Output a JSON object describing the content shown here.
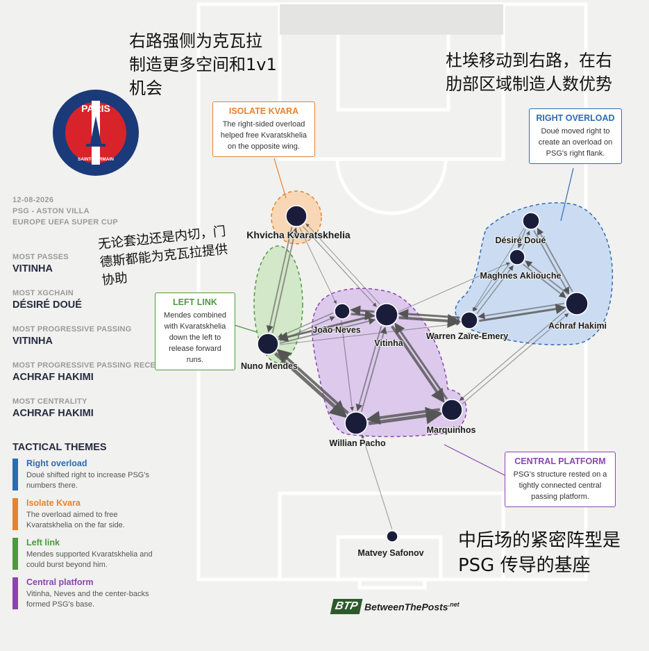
{
  "match": {
    "date": "12-08-2026",
    "fixture": "PSG - ASTON VILLA",
    "competition": "EUROPE UEFA SUPER CUP"
  },
  "club_logo": {
    "text_top": "PARIS",
    "text_bottom": "SAINT-GERMAIN",
    "primary_color": "#1b3a7a",
    "accent_color": "#d8232a"
  },
  "stats": [
    {
      "label": "MOST PASSES",
      "value": "VITINHA"
    },
    {
      "label": "MOST XGCHAIN",
      "value": "DÉSIRÉ DOUÉ"
    },
    {
      "label": "MOST PROGRESSIVE PASSING",
      "value": "VITINHA"
    },
    {
      "label": "MOST PROGRESSIVE PASSING RECEIVED",
      "value": "ACHRAF HAKIMI"
    },
    {
      "label": "MOST CENTRALITY",
      "value": "ACHRAF HAKIMI"
    }
  ],
  "themes": {
    "title": "TACTICAL THEMES",
    "items": [
      {
        "title": "Right overload",
        "desc": "Doué shifted right to increase PSG's numbers there.",
        "color": "#2d6ab6"
      },
      {
        "title": "Isolate Kvara",
        "desc": "The overload aimed to free Kvaratskhelia on the far side.",
        "color": "#e6822d"
      },
      {
        "title": "Left link",
        "desc": "Mendes supported Kvaratskhelia and could burst beyond him.",
        "color": "#4d9a3e"
      },
      {
        "title": "Central platform",
        "desc": "Vitinha, Neves and the center-backs formed PSG's base.",
        "color": "#8a44b0"
      }
    ]
  },
  "callouts": {
    "isolate": {
      "title": "ISOLATE KVARA",
      "desc": "The right-sided overload helped free Kvaratskhelia on the opposite wing.",
      "color": "#e6822d"
    },
    "right": {
      "title": "RIGHT OVERLOAD",
      "desc": "Doué moved right to create an overload on PSG's right flank.",
      "color": "#2d6ab6"
    },
    "left": {
      "title": "LEFT LINK",
      "desc": "Mendes combined with Kvaratskhelia down the left to release forward runs.",
      "color": "#4d9a3e"
    },
    "central": {
      "title": "CENTRAL PLATFORM",
      "desc": "PSG's structure rested on a tightly connected central passing platform.",
      "color": "#8a44b0"
    }
  },
  "annotations": {
    "top_left": "右路强侧为克瓦拉制造更多空间和1v1机会",
    "top_right": "杜埃移动到右路，在右肋部区域制造人数优势",
    "middle_left": "无论套边还是内切，门德斯都能为克瓦拉提供协助",
    "bottom_right": "中后场的紧密阵型是PSG 传导的基座"
  },
  "players": [
    {
      "id": "kvara",
      "name": "Khvicha Kvaratskhelia"
    },
    {
      "id": "doue",
      "name": "Désiré Doué"
    },
    {
      "id": "akliouche",
      "name": "Maghnes Akliouche"
    },
    {
      "id": "neves",
      "name": "João Neves"
    },
    {
      "id": "vitinha",
      "name": "Vitinha"
    },
    {
      "id": "zaire",
      "name": "Warren Zaïre-Emery"
    },
    {
      "id": "hakimi",
      "name": "Achraf Hakimi"
    },
    {
      "id": "mendes",
      "name": "Nuno Mendes"
    },
    {
      "id": "pacho",
      "name": "Willian Pacho"
    },
    {
      "id": "marquinhos",
      "name": "Marquinhos"
    },
    {
      "id": "safonov",
      "name": "Matvey Safonov"
    }
  ],
  "brand": {
    "logo_text": "BTP",
    "name": "BetweenThePosts",
    "suffix": ".net"
  }
}
